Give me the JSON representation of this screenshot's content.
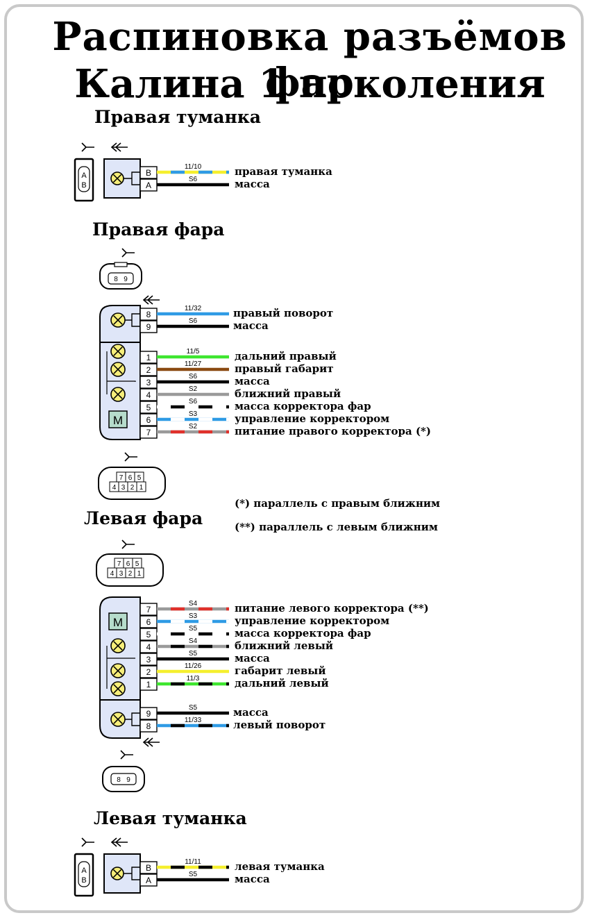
{
  "title_line1": "Распиновка разъёмов фар",
  "title_line2": "Калина 1 поколения",
  "sections": {
    "right_fog": "Правая туманка",
    "right_headlight": "Правая фара",
    "left_headlight": "Левая фара",
    "left_fog": "Левая туманка"
  },
  "notes": [
    "(*) параллель с правым  ближним",
    "(**) параллель с левым  ближним"
  ],
  "colors": {
    "yellow": "#f5ef2e",
    "blue": "#2f9be5",
    "black": "#000000",
    "green": "#3ee62f",
    "brown": "#8a4a12",
    "gray": "#9a9a9a",
    "red": "#e0302a",
    "white": "#ffffff",
    "housing": "#dfe6f8",
    "motor": "#b6dccb"
  },
  "connector_labels": {
    "fog": [
      "A",
      "B"
    ],
    "turn": [
      "8",
      "9"
    ],
    "main_top": [
      "7",
      "6",
      "5"
    ],
    "main_bottom": [
      "4",
      "3",
      "2",
      "1"
    ]
  },
  "motor_label": "M",
  "right_fog_pins": [
    {
      "pin": "B",
      "wire": "11/10",
      "colors": [
        "yellow",
        "blue"
      ],
      "label": "правая туманка"
    },
    {
      "pin": "A",
      "wire": "S6",
      "colors": [
        "black"
      ],
      "label": "масса"
    }
  ],
  "right_head_pins_turn": [
    {
      "pin": "8",
      "wire": "11/32",
      "colors": [
        "blue"
      ],
      "label": "правый поворот"
    },
    {
      "pin": "9",
      "wire": "S6",
      "colors": [
        "black"
      ],
      "label": "масса"
    }
  ],
  "right_head_pins_main": [
    {
      "pin": "1",
      "wire": "11/5",
      "colors": [
        "green"
      ],
      "label": "дальний правый"
    },
    {
      "pin": "2",
      "wire": "11/27",
      "colors": [
        "brown"
      ],
      "label": "правый габарит"
    },
    {
      "pin": "3",
      "wire": "S6",
      "colors": [
        "black"
      ],
      "label": "масса"
    },
    {
      "pin": "4",
      "wire": "S2",
      "colors": [
        "gray"
      ],
      "label": "ближний правый"
    },
    {
      "pin": "5",
      "wire": "S6",
      "colors": [
        "white",
        "black"
      ],
      "label": "масса корректора фар"
    },
    {
      "pin": "6",
      "wire": "S3",
      "colors": [
        "blue",
        "white"
      ],
      "label": "управление корректором"
    },
    {
      "pin": "7",
      "wire": "S2",
      "colors": [
        "gray",
        "red"
      ],
      "label": "питание правого корректора (*)"
    }
  ],
  "left_head_pins_main": [
    {
      "pin": "7",
      "wire": "S4",
      "colors": [
        "gray",
        "red"
      ],
      "label": "питание левого корректора (**)"
    },
    {
      "pin": "6",
      "wire": "S3",
      "colors": [
        "blue",
        "white"
      ],
      "label": "управление корректором"
    },
    {
      "pin": "5",
      "wire": "S5",
      "colors": [
        "white",
        "black"
      ],
      "label": "масса корректора фар"
    },
    {
      "pin": "4",
      "wire": "S4",
      "colors": [
        "gray",
        "black"
      ],
      "label": "ближний левый"
    },
    {
      "pin": "3",
      "wire": "S5",
      "colors": [
        "black"
      ],
      "label": "масса"
    },
    {
      "pin": "2",
      "wire": "11/26",
      "colors": [
        "yellow"
      ],
      "label": "габарит левый"
    },
    {
      "pin": "1",
      "wire": "11/3",
      "colors": [
        "green",
        "black"
      ],
      "label": "дальний левый"
    }
  ],
  "left_head_pins_turn": [
    {
      "pin": "9",
      "wire": "S5",
      "colors": [
        "black"
      ],
      "label": "масса"
    },
    {
      "pin": "8",
      "wire": "11/33",
      "colors": [
        "blue",
        "black"
      ],
      "label": "левый поворот"
    }
  ],
  "left_fog_pins": [
    {
      "pin": "B",
      "wire": "11/11",
      "colors": [
        "yellow",
        "black"
      ],
      "label": "левая туманка"
    },
    {
      "pin": "A",
      "wire": "S5",
      "colors": [
        "black"
      ],
      "label": "масса"
    }
  ]
}
